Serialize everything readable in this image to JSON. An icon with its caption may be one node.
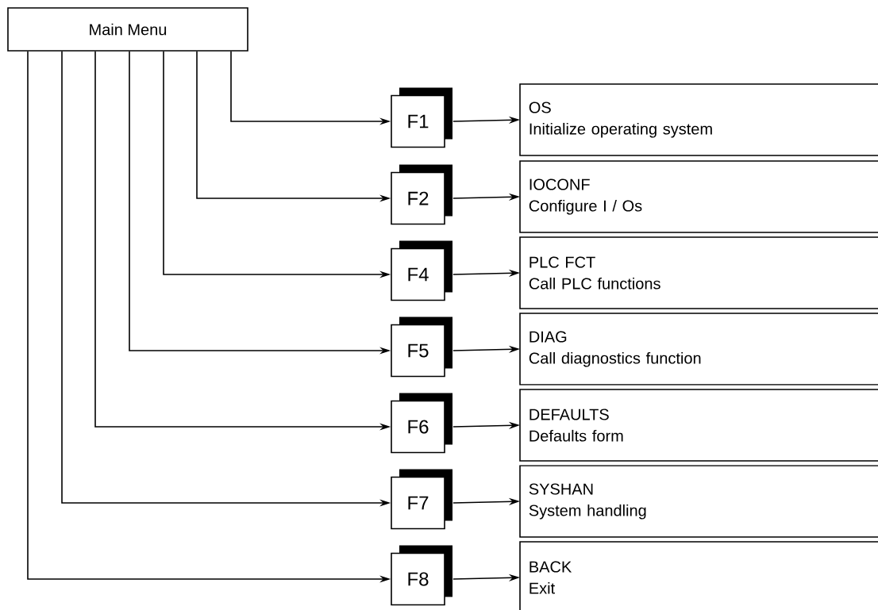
{
  "diagram": {
    "nodes": [
      {
        "text": [
          "Main Menu"
        ]
      },
      {
        "text": [
          "F1"
        ]
      },
      {
        "text": [
          "OS",
          "Initialize operating system"
        ]
      },
      {
        "text": [
          "F2"
        ]
      },
      {
        "text": [
          "IOCONF",
          "Configure I / Os"
        ]
      },
      {
        "text": [
          "F4"
        ]
      },
      {
        "text": [
          "PLC FCT",
          "Call PLC functions"
        ]
      },
      {
        "text": [
          "F5"
        ]
      },
      {
        "text": [
          "DIAG",
          "Call diagnostics function"
        ]
      },
      {
        "text": [
          "F6"
        ]
      },
      {
        "text": [
          "DEFAULTS",
          "Defaults form"
        ]
      },
      {
        "text": [
          "F7"
        ]
      },
      {
        "text": [
          "SYSHAN",
          "System handling"
        ]
      },
      {
        "text": [
          "F8"
        ]
      },
      {
        "text": [
          "BACK",
          "Exit"
        ]
      }
    ],
    "edges": [
      {
        "from": 0,
        "to": 1,
        "arrow": "to"
      },
      {
        "from": 1,
        "to": 2,
        "arrow": "to"
      },
      {
        "from": 0,
        "to": 3,
        "arrow": "to"
      },
      {
        "from": 3,
        "to": 4,
        "arrow": "to"
      },
      {
        "from": 0,
        "to": 5,
        "arrow": "to"
      },
      {
        "from": 5,
        "to": 6,
        "arrow": "to"
      },
      {
        "from": 0,
        "to": 7,
        "arrow": "to"
      },
      {
        "from": 7,
        "to": 8,
        "arrow": "to"
      },
      {
        "from": 0,
        "to": 9,
        "arrow": "to"
      },
      {
        "from": 9,
        "to": 10,
        "arrow": "to"
      },
      {
        "from": 0,
        "to": 11,
        "arrow": "to"
      },
      {
        "from": 11,
        "to": 12,
        "arrow": "to"
      },
      {
        "from": 0,
        "to": 13,
        "arrow": "to"
      },
      {
        "from": 13,
        "to": 14,
        "arrow": "to"
      }
    ]
  }
}
